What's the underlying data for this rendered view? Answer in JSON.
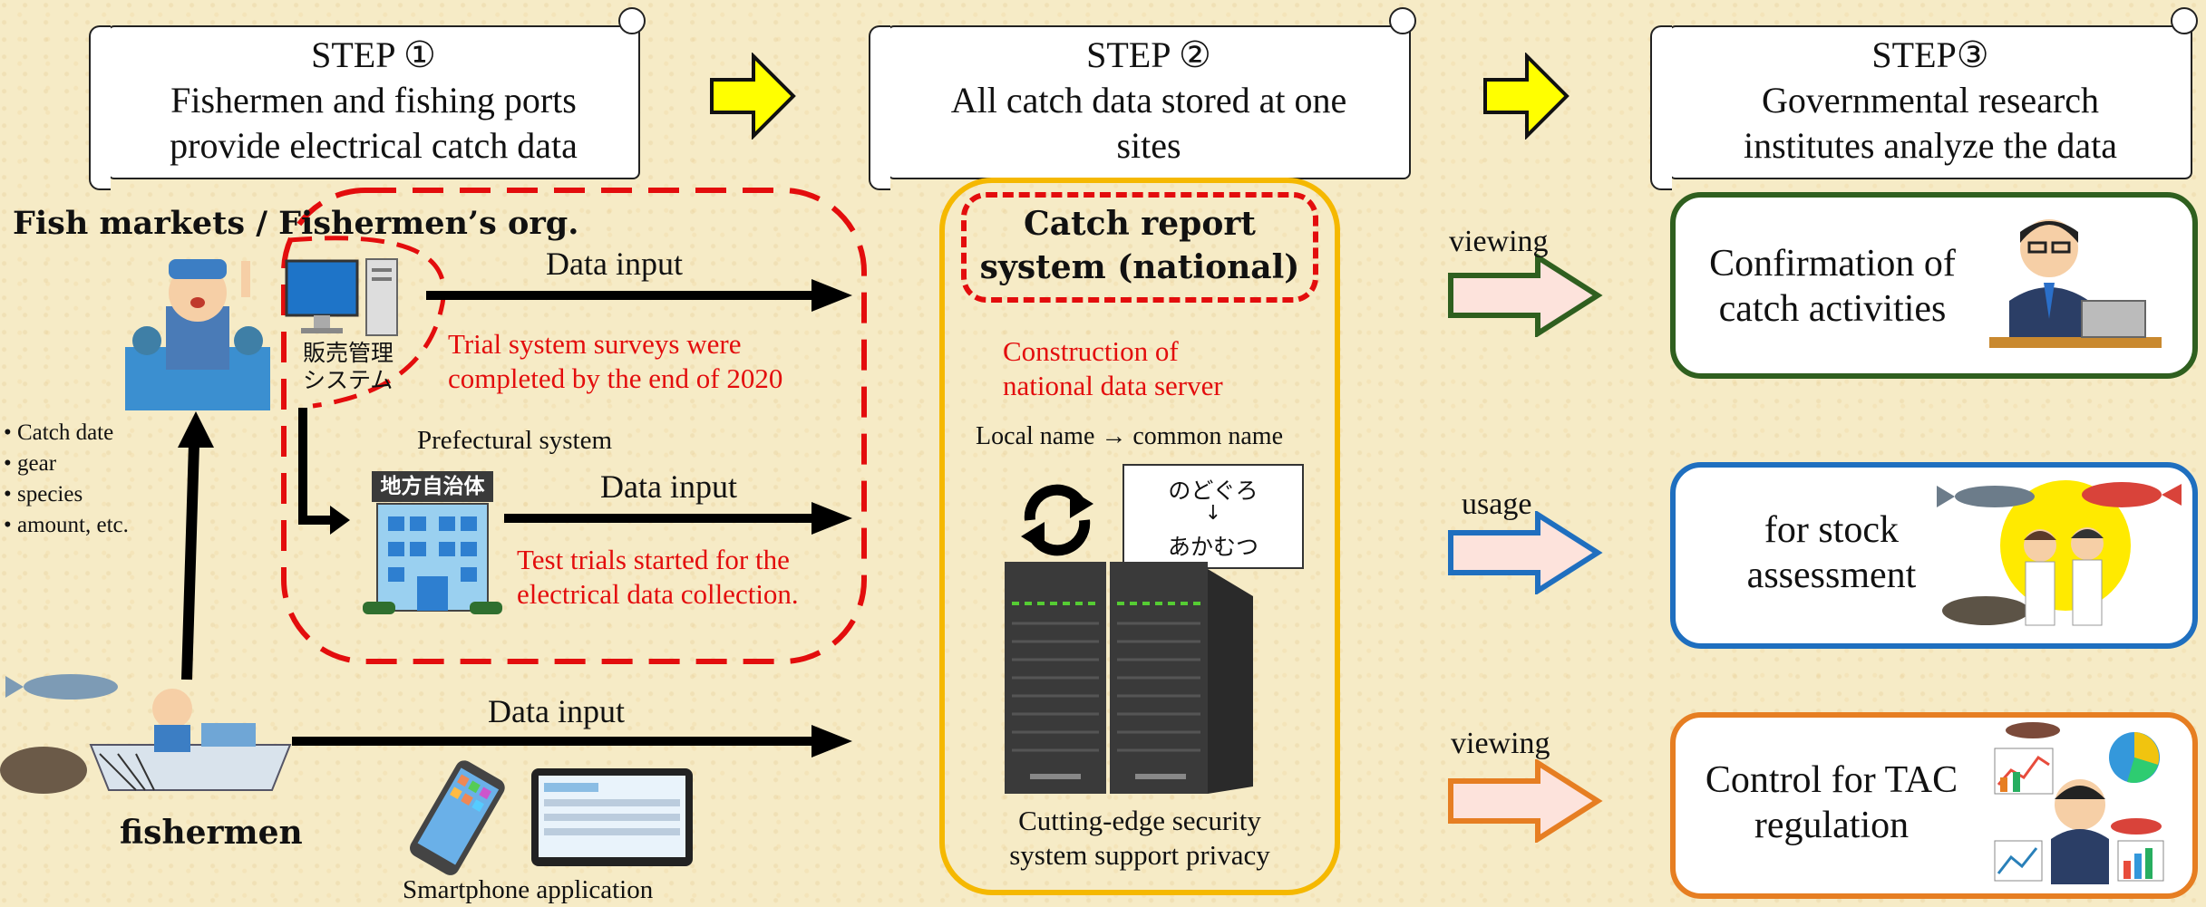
{
  "steps": [
    {
      "title": "STEP ①",
      "line1": "Fishermen and fishing ports",
      "line2": "provide electrical catch data"
    },
    {
      "title": "STEP ②",
      "line1": "All catch data stored at one",
      "line2": "sites"
    },
    {
      "title": "STEP③",
      "line1": "Governmental research",
      "line2": "institutes analyze the data"
    }
  ],
  "left": {
    "market_heading": "Fish markets / Fishermen’s org.",
    "sales_system": [
      "販売管理",
      "システム"
    ],
    "prefectural_label": "Prefectural system",
    "local_gov_sign": "地方自治体",
    "data_input": "Data input",
    "trial_note": [
      "Trial system surveys were",
      "completed by the end of 2020"
    ],
    "test_note": [
      "Test trials started for the",
      "electrical data collection."
    ],
    "catch_items": [
      "• Catch date",
      "• gear",
      "• species",
      "• amount, etc."
    ],
    "fishermen": "fishermen",
    "smartphone": "Smartphone application"
  },
  "center": {
    "system_title": [
      "Catch report",
      "system (national)"
    ],
    "construction": [
      "Construction of",
      "national data server"
    ],
    "mapping": "Local name → common name",
    "name_box": [
      "のどぐろ",
      "↓",
      "あかむつ"
    ],
    "security": [
      "Cutting-edge security",
      "system support privacy"
    ]
  },
  "outputs": [
    {
      "verb": "viewing",
      "text": [
        "Confirmation of",
        "catch activities"
      ],
      "color": "#2f5f1f"
    },
    {
      "verb": "usage",
      "text": [
        "for stock",
        "assessment"
      ],
      "color": "#1f6fbf"
    },
    {
      "verb": "viewing",
      "text": [
        "Control for TAC",
        "regulation"
      ],
      "color": "#e67e22"
    }
  ],
  "colors": {
    "red_dash": "#e30d0d",
    "orange": "#f5b800",
    "yellow_arrow": "#ffff00",
    "arrow_fill": "#fde3dc"
  }
}
